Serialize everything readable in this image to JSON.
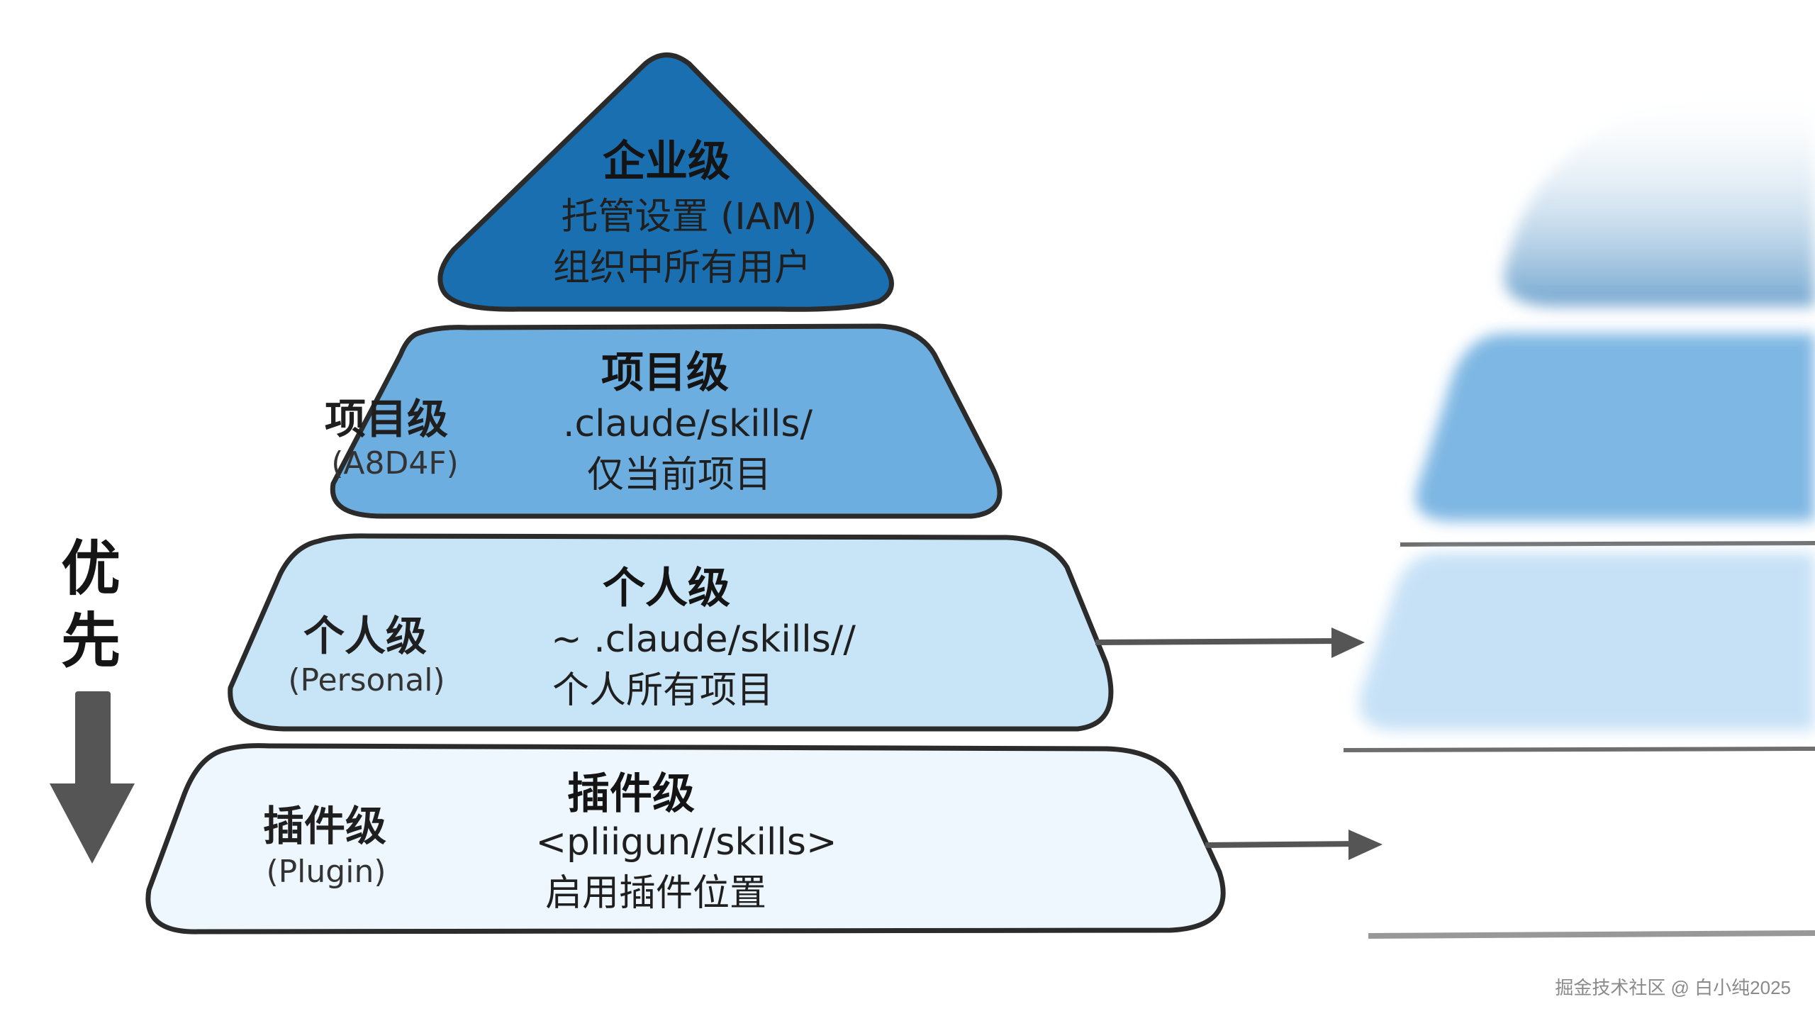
{
  "priority_label": [
    "优",
    "先"
  ],
  "layers": [
    {
      "id": "enterprise",
      "title": "企业级",
      "lines": [
        "托管设置 (IAM)",
        "组织中所有用户"
      ],
      "fill": "#1a6fb0"
    },
    {
      "id": "project",
      "title": "项目级",
      "lines": [
        ".claude/skills/",
        "仅当前项目"
      ],
      "side_title": "项目级",
      "side_sub": "(A8D4F)",
      "fill": "#6caee0"
    },
    {
      "id": "personal",
      "title": "个人级",
      "lines": [
        "~ .claude/skills//",
        "个人所有项目"
      ],
      "side_title": "个人级",
      "side_sub": "(Personal)",
      "fill": "#c8e4f7"
    },
    {
      "id": "plugin",
      "title": "插件级",
      "lines": [
        "<pliigun//skills>",
        "启用插件位置"
      ],
      "side_title": "插件级",
      "side_sub": "(Plugin)",
      "fill": "#eef7fd"
    }
  ],
  "watermark": "掘金技术社区 @ 白小纯2025",
  "colors": {
    "outline": "#2b2b2b",
    "arrow": "#555555"
  }
}
